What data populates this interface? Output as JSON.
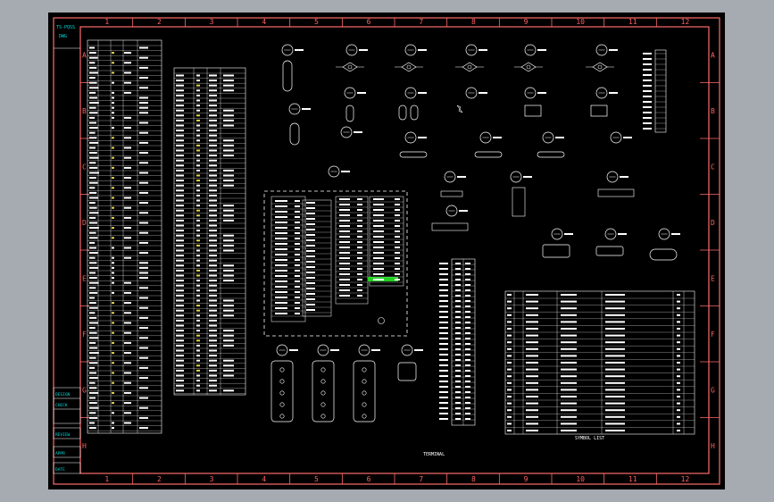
{
  "frame": {
    "columns": [
      "1",
      "2",
      "3",
      "4",
      "5",
      "6",
      "7",
      "8",
      "9",
      "10",
      "11",
      "12"
    ],
    "rows": [
      "A",
      "B",
      "C",
      "D",
      "E",
      "F",
      "G",
      "H"
    ]
  },
  "title_strip": {
    "top_text_1": "TS-PQSS",
    "top_text_2": "DWG",
    "blocks": [
      "DESIGN",
      "CHECK",
      "REVIEW",
      "APPR",
      "DATE"
    ]
  },
  "bottom_caption": "TERMINAL",
  "parts_table_footer": "SYMBOL LIST",
  "colors": {
    "frame": "#ff6a6a",
    "lines": "#ffffff",
    "accent_cyan": "#00d8d8",
    "accent_yellow": "#e6d84a",
    "accent_green": "#1fd31f",
    "background": "#000000"
  }
}
